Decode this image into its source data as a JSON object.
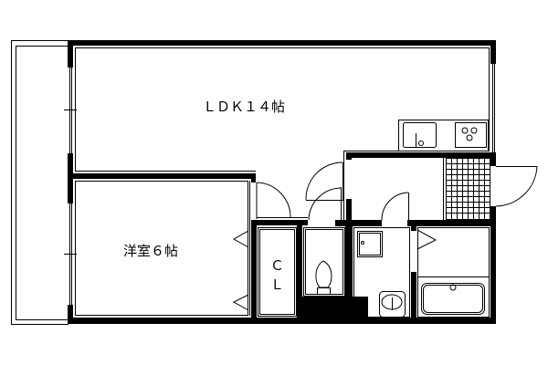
{
  "rooms": {
    "ldk": "ＬＤＫ１４帖",
    "western_room": "洋室６帖",
    "closet_c": "Ｃ",
    "closet_l": "Ｌ"
  },
  "colors": {
    "line": "#000000",
    "background": "#ffffff"
  }
}
